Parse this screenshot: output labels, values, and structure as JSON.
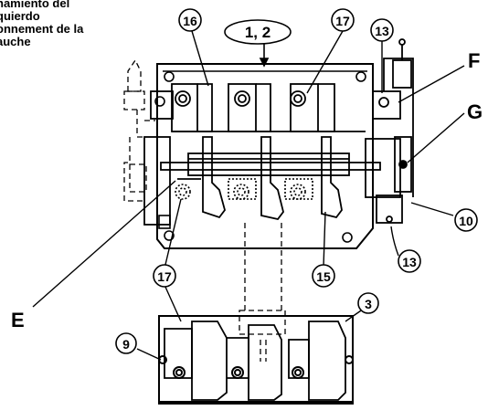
{
  "note_lines": [
    "namiento del",
    "quierdo",
    "onnement de la",
    "auche"
  ],
  "callouts": {
    "ref_1_2": "1, 2",
    "c16": "16",
    "c17_top": "17",
    "c13_top": "13",
    "c13_bottom": "13",
    "c10": "10",
    "c15": "15",
    "c17_bottom": "17",
    "c3": "3",
    "c9": "9"
  },
  "letters": {
    "f": "F",
    "g": "G",
    "e": "E"
  }
}
